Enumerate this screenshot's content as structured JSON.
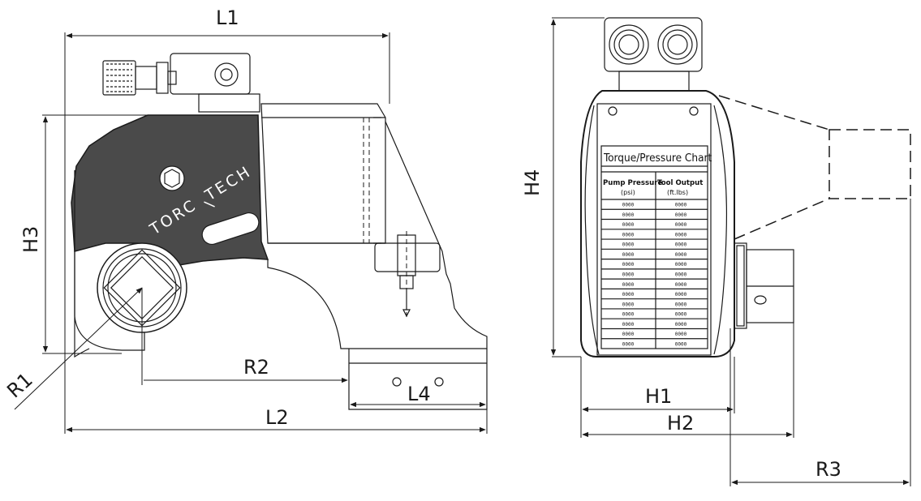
{
  "dimensions": {
    "L1": "L1",
    "L2": "L2",
    "L4": "L4",
    "H1": "H1",
    "H2": "H2",
    "H3": "H3",
    "H4": "H4",
    "R1": "R1",
    "R2": "R2",
    "R3": "R3"
  },
  "brand": {
    "left": "TORC",
    "right": "TECH"
  },
  "pressure_chart": {
    "title": "Torque/Pressure Chart",
    "col1_header": "Pump Pressure",
    "col1_unit": "(psi)",
    "col2_header": "Tool Output",
    "col2_unit": "(ft.lbs)",
    "row_placeholder": "0000",
    "row_count": 15
  },
  "colors": {
    "body_fill": "#4a4a4a",
    "line": "#1a1a1a",
    "background": "#ffffff"
  }
}
